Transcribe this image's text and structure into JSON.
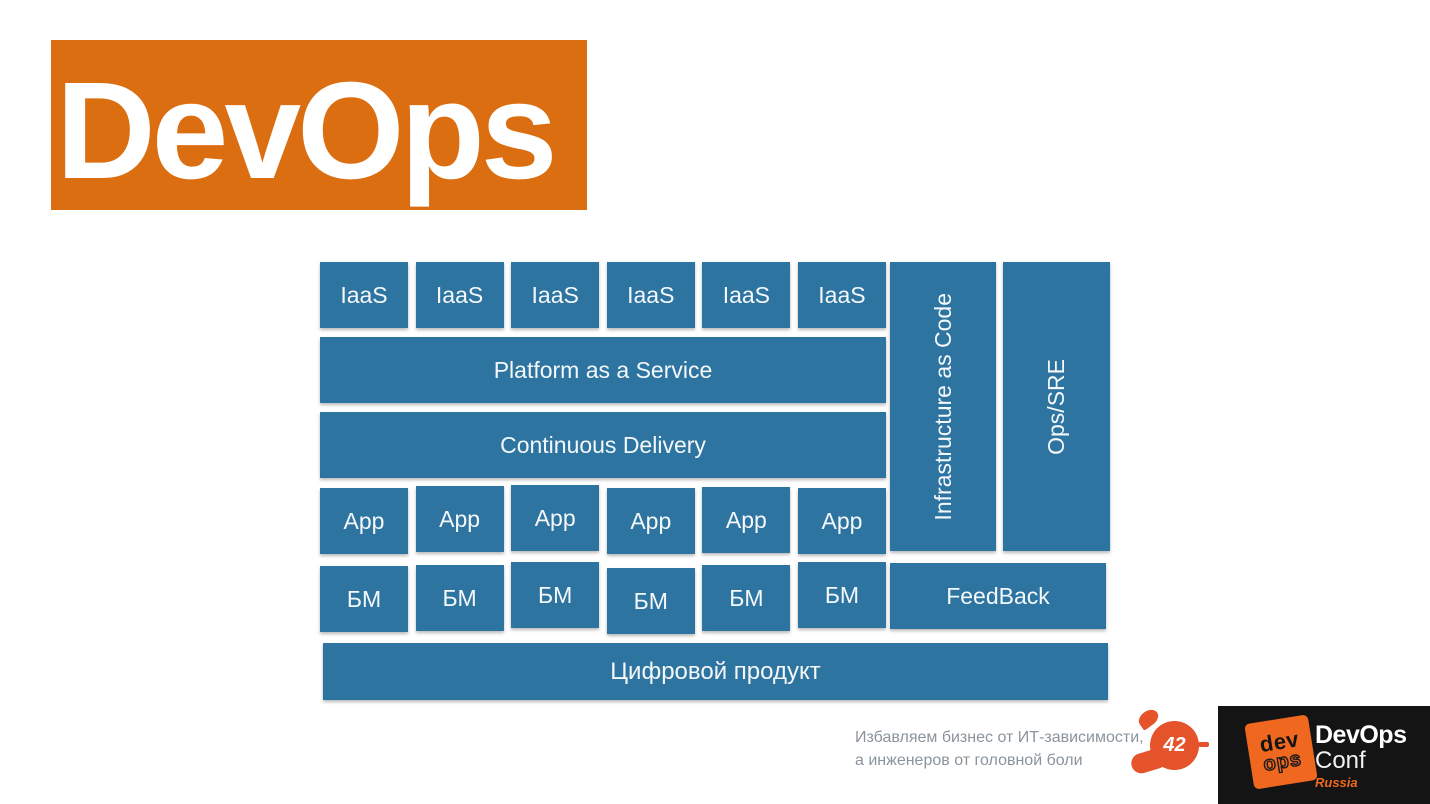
{
  "banner": {
    "title": "DevOps",
    "bg_color": "#db6e10"
  },
  "diagram": {
    "box_color": "#2e74a1",
    "iaas": [
      "IaaS",
      "IaaS",
      "IaaS",
      "IaaS",
      "IaaS",
      "IaaS"
    ],
    "paas": "Platform as a Service",
    "cd": "Continuous Delivery",
    "apps": [
      "App",
      "App",
      "App",
      "App",
      "App",
      "App"
    ],
    "bm": [
      "БМ",
      "БМ",
      "БМ",
      "БМ",
      "БМ",
      "БМ"
    ],
    "iac": "Infrastructure as Code",
    "ops": "Ops/SRE",
    "feedback": "FeedBack",
    "product": "Цифровой продукт"
  },
  "footer": {
    "slogan_line1": "Избавляем бизнес от ИТ-зависимости,",
    "slogan_line2": "а инженеров от головной боли",
    "slogan_color": "#8a949c",
    "badge_number": "42",
    "badge_color": "#e4532a",
    "logo": {
      "dev": "dev",
      "ops": "ops",
      "title": "DevOps",
      "subtitle": "Conf",
      "country": "Russia",
      "accent_color": "#f0681f",
      "bg_color": "#141414"
    }
  }
}
